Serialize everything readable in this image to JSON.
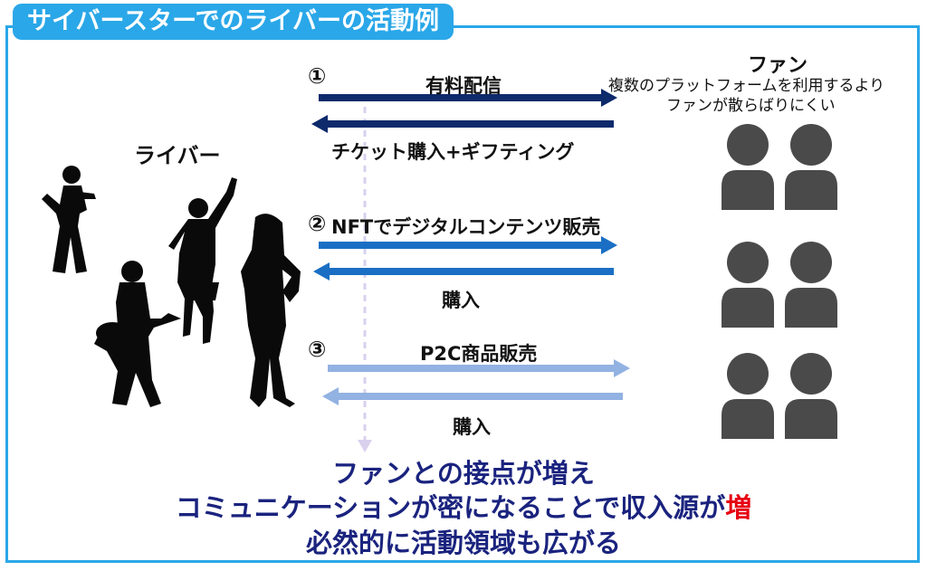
{
  "title": "サイバースターでのライバーの活動例",
  "liver_label": "ライバー",
  "fan": {
    "label": "ファン",
    "note_line1": "複数のプラットフォームを利用するより",
    "note_line2": "ファンが散らばりにくい"
  },
  "flows": [
    {
      "num": "①",
      "top_label": "有料配信",
      "bottom_label": "チケット購入+ギフティング",
      "color": "#0d2a6b"
    },
    {
      "num": "②",
      "top_label": "NFTでデジタルコンテンツ販売",
      "bottom_label": "購入",
      "color": "#1a6fc4"
    },
    {
      "num": "③",
      "top_label": "P2C商品販売",
      "bottom_label": "購入",
      "color": "#92b2e2"
    }
  ],
  "conclusion": {
    "line1": "ファンとの接点が増え",
    "line2_main": "コミュニケーションが密になることで収入源が",
    "line2_accent": "増",
    "line3": "必然的に活動領域も広がる"
  },
  "colors": {
    "frame": "#2aa7e8",
    "conclusion": "#1a237e",
    "accent": "#e60012",
    "fan_icon": "#4a4a4a",
    "silhouette": "#0a0a0a"
  }
}
